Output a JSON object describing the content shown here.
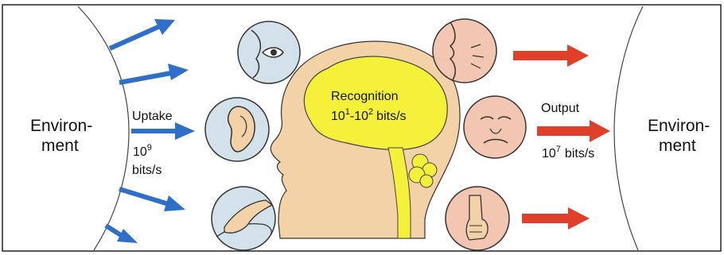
{
  "left_environment": {
    "line1": "Environ-",
    "line2": "ment"
  },
  "right_environment": {
    "line1": "Environ-",
    "line2": "ment"
  },
  "uptake": {
    "label": "Uptake",
    "rate_base": "10",
    "rate_exp": "9",
    "rate_unit": "bits/s"
  },
  "recognition": {
    "label": "Recognition",
    "base1": "10",
    "exp1": "1",
    "dash": "-",
    "base2": "10",
    "exp2": "2",
    "unit": "bits/s"
  },
  "output": {
    "label": "Output",
    "rate_base": "10",
    "rate_exp": "7",
    "rate_unit": "bits/s"
  },
  "colors": {
    "input_arrow": "#2f6fc8",
    "output_arrow": "#e0402a",
    "skin": "#f3d2a8",
    "brain": "#f5f03a",
    "input_circle": "#d3e2ea",
    "output_circle": "#f2c6b0",
    "frame": "#222222"
  },
  "icons": {
    "input_senses": [
      "eye-icon",
      "ear-icon",
      "hand-touch-icon"
    ],
    "output_organs": [
      "mouth-speech-icon",
      "facial-expression-icon",
      "hand-gesture-icon"
    ]
  }
}
